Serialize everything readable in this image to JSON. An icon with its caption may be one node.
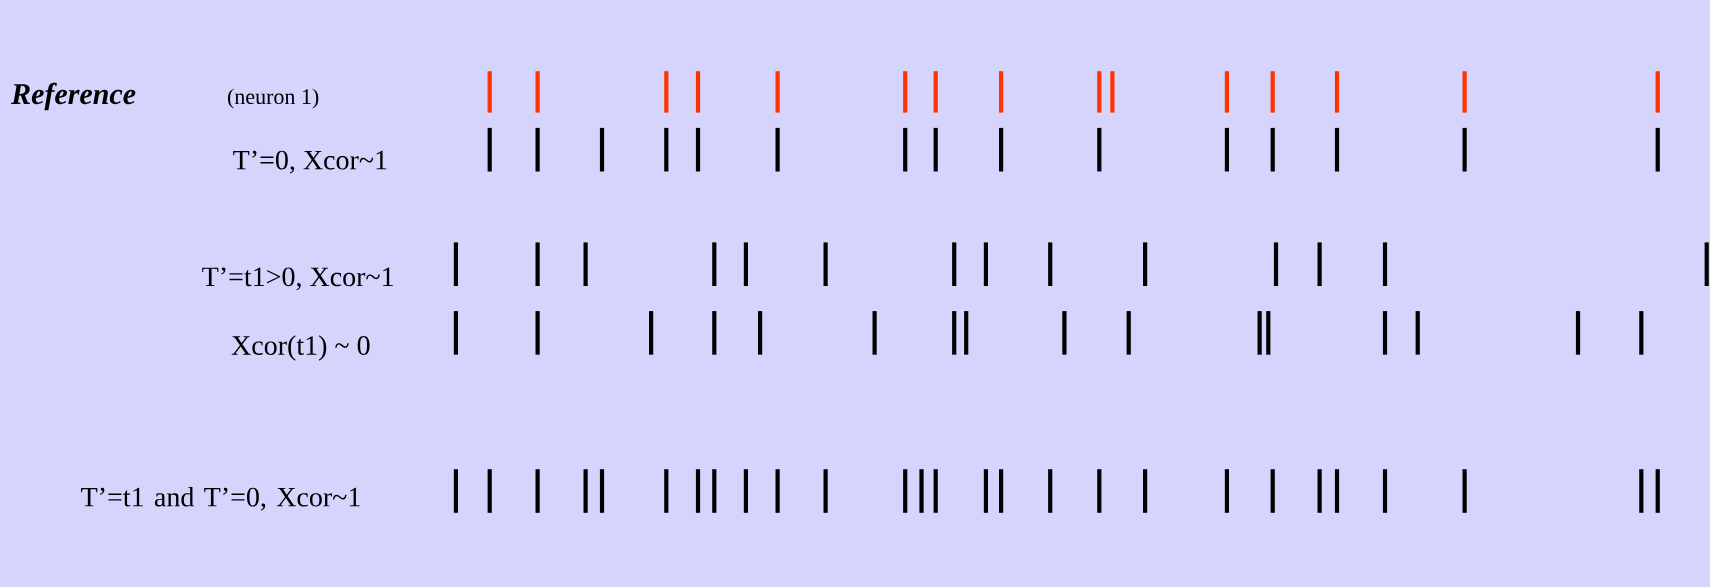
{
  "diagram": {
    "labels": [
      "Reference",
      "(neuron 1)",
      "T’=0, Xcor~1",
      "T’=t1>0, Xcor~1",
      "Xcor(t1) ~ 0",
      "T’=t1 and T’=0, Xcor~1"
    ]
  }
}
